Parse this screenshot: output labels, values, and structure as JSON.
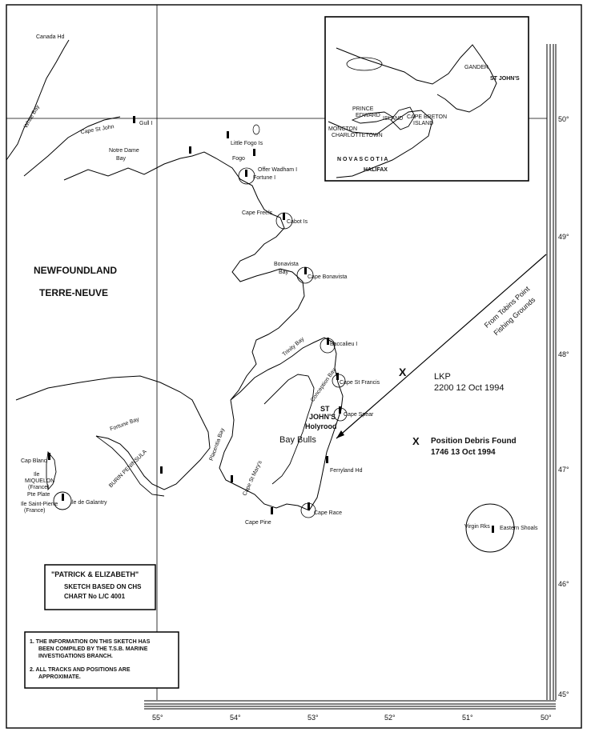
{
  "land": {
    "newfoundland": "NEWFOUNDLAND",
    "terre_neuve": "TERRE-NEUVE"
  },
  "places": {
    "canada_hd": "Canada Hd",
    "white_bay": "White Bay",
    "cape_st_john": "Cape St John",
    "gull_i": "Gull I",
    "notre_dame_bay_1": "Notre Dame",
    "notre_dame_bay_2": "Bay",
    "little_fogo": "Little Fogo Is",
    "fogo": "Fogo",
    "offer_wadham": "Offer Wadham I",
    "fortune_i": "Fortune I",
    "cape_freels": "Cape Freels",
    "cabot": "Cabot Is",
    "bonavista_bay_1": "Bonavista",
    "bonavista_bay_2": "Bay",
    "cape_bonavista": "Cape Bonavista",
    "trinity_bay": "Trinity Bay",
    "baccalieu": "Baccalieu I",
    "conception_bay": "Conception Bay",
    "cape_st_francis": "Cape St Francis",
    "st_johns_1": "ST",
    "st_johns_2": "JOHN'S",
    "holyrood": "Holyrood",
    "cape_spear": "Cape Spear",
    "bay_bulls": "Bay Bulls",
    "ferryland": "Ferryland Hd",
    "cape_race": "Cape Race",
    "cape_pine": "Cape Pine",
    "st_marys": "Cape St Mary's",
    "placentia_bay": "Placentia Bay",
    "burin": "BURIN  PENINSULA",
    "fortune_bay": "Fortune Bay",
    "ile_galantry": "Ile de Galantry",
    "cap_blanc": "Cap Blanc",
    "miquelon_1": "Ile",
    "miquelon_2": "MIQUELON",
    "miquelon_3": "(France)",
    "pte_plate": "Pte Plate",
    "st_pierre_1": "Ile Saint-Pierre",
    "st_pierre_2": "(France)",
    "virgin_rks": "Virgin Rks",
    "eastern_shoals": "Eastern Shoals",
    "bonavista_i": "Cape Bonavista"
  },
  "track": {
    "from_1": "From Tobins Point",
    "from_2": "Fishing Grounds"
  },
  "markers": {
    "lkp_title": "LKP",
    "lkp_time": "2200 12 Oct 1994",
    "debris_title": "Position Debris Found",
    "debris_time": "1746 13 Oct 1994",
    "x_symbol": "X"
  },
  "inset": {
    "nova_scotia": "N O V A   S C O T I A",
    "halifax": "HALIFAX",
    "moncton": "MONCTON",
    "charlottetown": "CHARLOTTETOWN",
    "pei_1": "PRINCE",
    "pei_2": "EDWARD",
    "pei_3": "ISLAND",
    "cape_breton_1": "CAPE BRETON",
    "cape_breton_2": "ISLAND",
    "st_johns": "ST JOHN'S",
    "gander": "GANDER"
  },
  "latitudes": [
    "50°",
    "49°",
    "48°",
    "47°",
    "46°",
    "45°"
  ],
  "longitudes": [
    "55°",
    "54°",
    "53°",
    "52°",
    "51°",
    "50°"
  ],
  "title_box": {
    "vessel": "\"PATRICK & ELIZABETH\"",
    "line1": "SKETCH BASED ON CHS",
    "line2": "CHART No L/C 4001"
  },
  "notes": {
    "n1_a": "1.  THE INFORMATION ON THIS SKETCH HAS",
    "n1_b": "BEEN COMPILED BY THE T.S.B. MARINE",
    "n1_c": "INVESTIGATIONS BRANCH.",
    "n2_a": "2.  ALL TRACKS AND POSITIONS ARE",
    "n2_b": "APPROXIMATE."
  }
}
